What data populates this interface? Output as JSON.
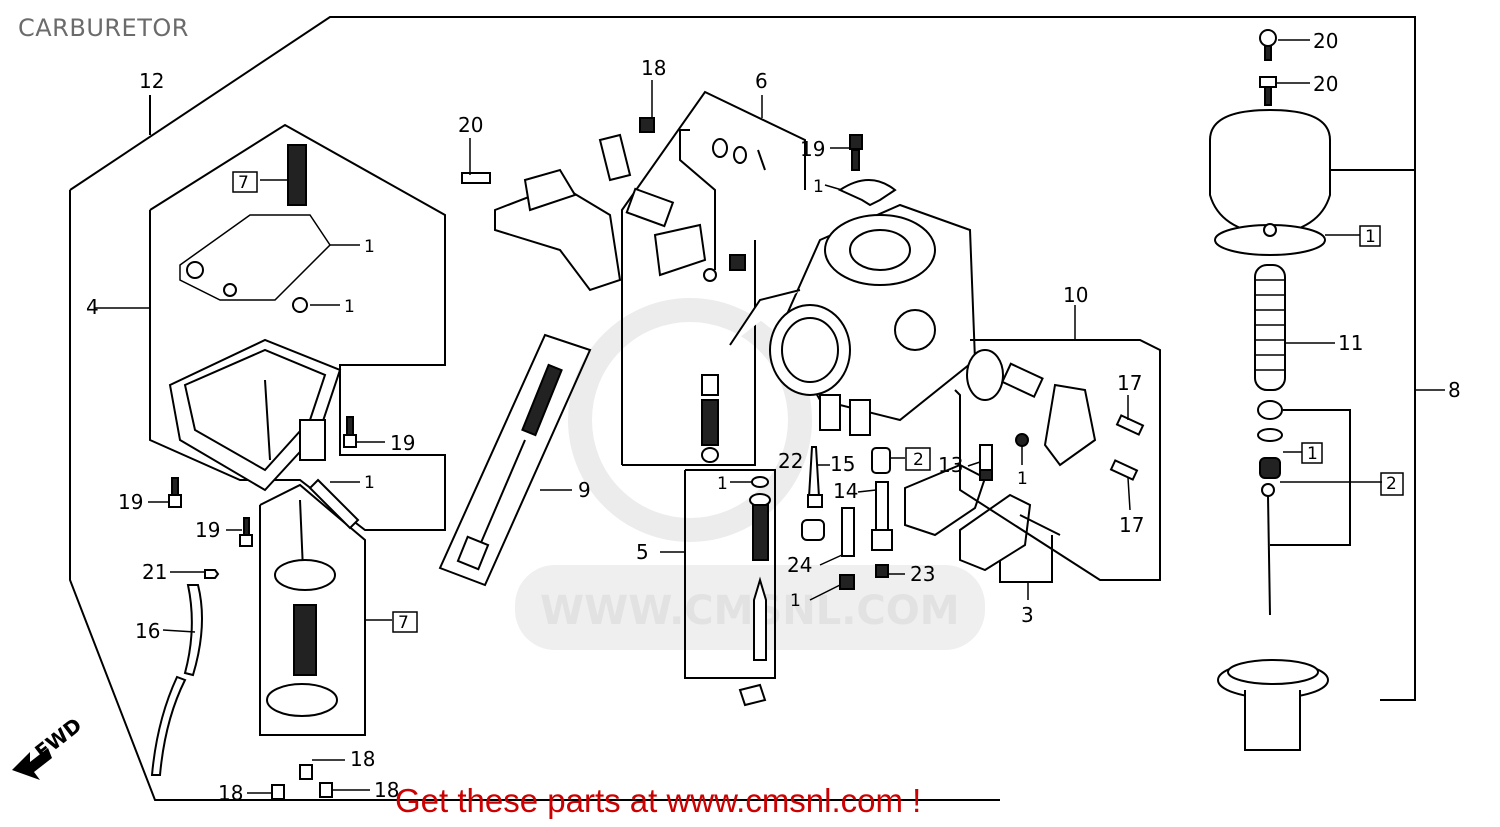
{
  "title": "CARBURETOR",
  "promo_text": "Get these parts at www.cmsnl.com !",
  "watermark_text": "WWW.CMSNL.COM",
  "direction_label": "FWD",
  "colors": {
    "promo": "#cc0000",
    "title": "#6b6b6b",
    "lines": "#000000",
    "watermark": "#e2e2e2"
  },
  "callouts": {
    "c12": "12",
    "c7a": "7",
    "c1a": "1",
    "c1b": "1",
    "c4": "4",
    "c19a": "19",
    "c1c": "1",
    "c19b": "19",
    "c19c": "19",
    "c21": "21",
    "c16": "16",
    "c7b": "7",
    "c18a": "18",
    "c18b": "18",
    "c18c": "18",
    "c20a": "20",
    "c18d": "18",
    "c6": "6",
    "c19d": "19",
    "c1d": "1",
    "c9": "9",
    "c5": "5",
    "c1e": "1",
    "c22": "22",
    "c15": "15",
    "c2a": "2",
    "c14": "14",
    "c13": "13",
    "c24": "24",
    "c23": "23",
    "c1f": "1",
    "c1g": "1",
    "c3": "3",
    "c10": "10",
    "c17a": "17",
    "c17b": "17",
    "c20b": "20",
    "c20c": "20",
    "c1h": "1",
    "c11": "11",
    "c8": "8",
    "c1i": "1",
    "c2b": "2"
  }
}
